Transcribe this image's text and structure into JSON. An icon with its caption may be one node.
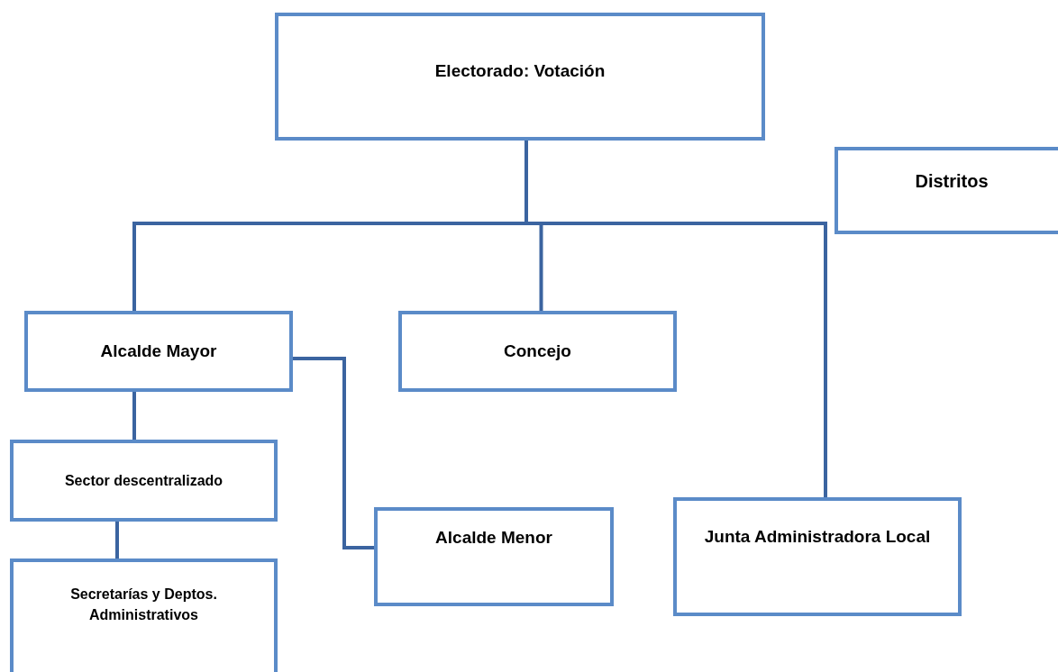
{
  "diagram": {
    "nodes": [
      {
        "text": [
          "Electorado: Votación"
        ]
      },
      {
        "text": [
          "Distritos"
        ]
      },
      {
        "text": [
          "Alcalde Mayor"
        ]
      },
      {
        "text": [
          "Concejo"
        ]
      },
      {
        "text": [
          "Sector descentralizado"
        ]
      },
      {
        "text": [
          "Alcalde Menor"
        ]
      },
      {
        "text": [
          "Junta Administradora Local"
        ]
      },
      {
        "text": [
          "Secretarías y Deptos. Administrativos"
        ]
      }
    ],
    "edges": [
      {
        "from": 0,
        "to": 2,
        "arrow": "none"
      },
      {
        "from": 0,
        "to": 3,
        "arrow": "none"
      },
      {
        "from": 0,
        "to": 6,
        "arrow": "none"
      },
      {
        "from": 2,
        "to": 4,
        "arrow": "none"
      },
      {
        "from": 4,
        "to": 7,
        "arrow": "none"
      },
      {
        "from": 2,
        "to": 5,
        "arrow": "none"
      }
    ]
  }
}
